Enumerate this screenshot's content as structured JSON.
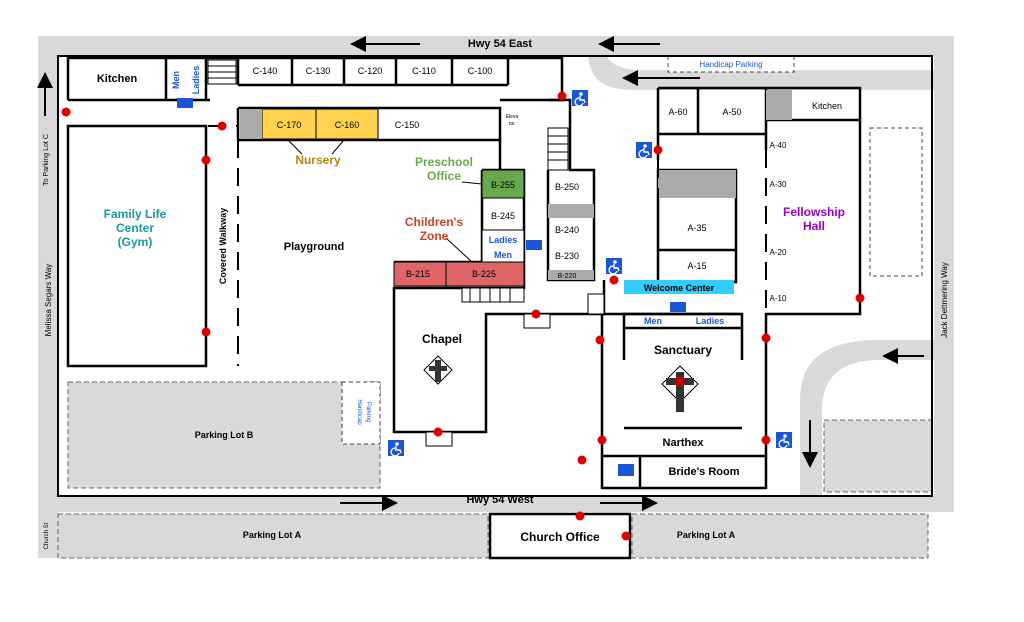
{
  "roads": {
    "hwy_east": "Hwy 54 East",
    "hwy_west": "Hwy 54 West",
    "melissa": "Melissa Segars Way",
    "jack": "Jack Dettmering Way",
    "church_st": "Church St",
    "to_lot_c": "To Parking Lot C"
  },
  "parking": {
    "lot_b": "Parking Lot B",
    "lot_a_left": "Parking Lot A",
    "lot_a_right": "Parking Lot A",
    "handicap_top": "Handicap Parking",
    "handicap_side_1": "Handicap",
    "handicap_side_2": "Parking"
  },
  "rooms": {
    "kitchen_c": "Kitchen",
    "men_c": "Men",
    "ladies_c": "Ladies",
    "c140": "C-140",
    "c130": "C-130",
    "c120": "C-120",
    "c110": "C-110",
    "c100": "C-100",
    "c170": "C-170",
    "c160": "C-160",
    "c150": "C-150",
    "elevator_1": "Eleva",
    "elevator_2": "tor",
    "b255": "B-255",
    "b245": "B-245",
    "b250": "B-250",
    "b240": "B-240",
    "b230": "B-230",
    "b220": "B-220",
    "ladies_b": "Ladies",
    "men_b": "Men",
    "b215": "B-215",
    "b225": "B-225",
    "a60": "A-60",
    "a50": "A-50",
    "kitchen_a": "Kitchen",
    "a40": "A-40",
    "a30": "A-30",
    "a20": "A-20",
    "a10": "A-10",
    "a35": "A-35",
    "a15": "A-15",
    "men_s": "Men",
    "ladies_s": "Ladies"
  },
  "areas": {
    "family_life_1": "Family Life",
    "family_life_2": "Center",
    "family_life_3": "(Gym)",
    "covered_walkway": "Covered Walkway",
    "playground": "Playground",
    "nursery": "Nursery",
    "preschool_1": "Preschool",
    "preschool_2": "Office",
    "childrens_1": "Children's",
    "childrens_2": "Zone",
    "chapel": "Chapel",
    "fellowship_1": "Fellowship",
    "fellowship_2": "Hall",
    "welcome": "Welcome Center",
    "sanctuary": "Sanctuary",
    "narthex": "Narthex",
    "brides": "Bride's Room",
    "church_office": "Church Office"
  },
  "colors": {
    "nursery": "#ffd24d",
    "nursery_text": "#b8860b",
    "preschool": "#6aa84f",
    "preschool_text": "#6aa84f",
    "childrens": "#e06666",
    "childrens_text": "#cc4125",
    "family_text": "#1a9b9b",
    "fellowship_text": "#9900cc",
    "welcome": "#33ccff",
    "road": "#d9d9d9",
    "entry": "#e00000",
    "accessible": "#1a55d6"
  },
  "icons": [
    "accessible-icon",
    "restroom-icon",
    "cross-icon",
    "entrance-dot",
    "direction-arrow"
  ]
}
